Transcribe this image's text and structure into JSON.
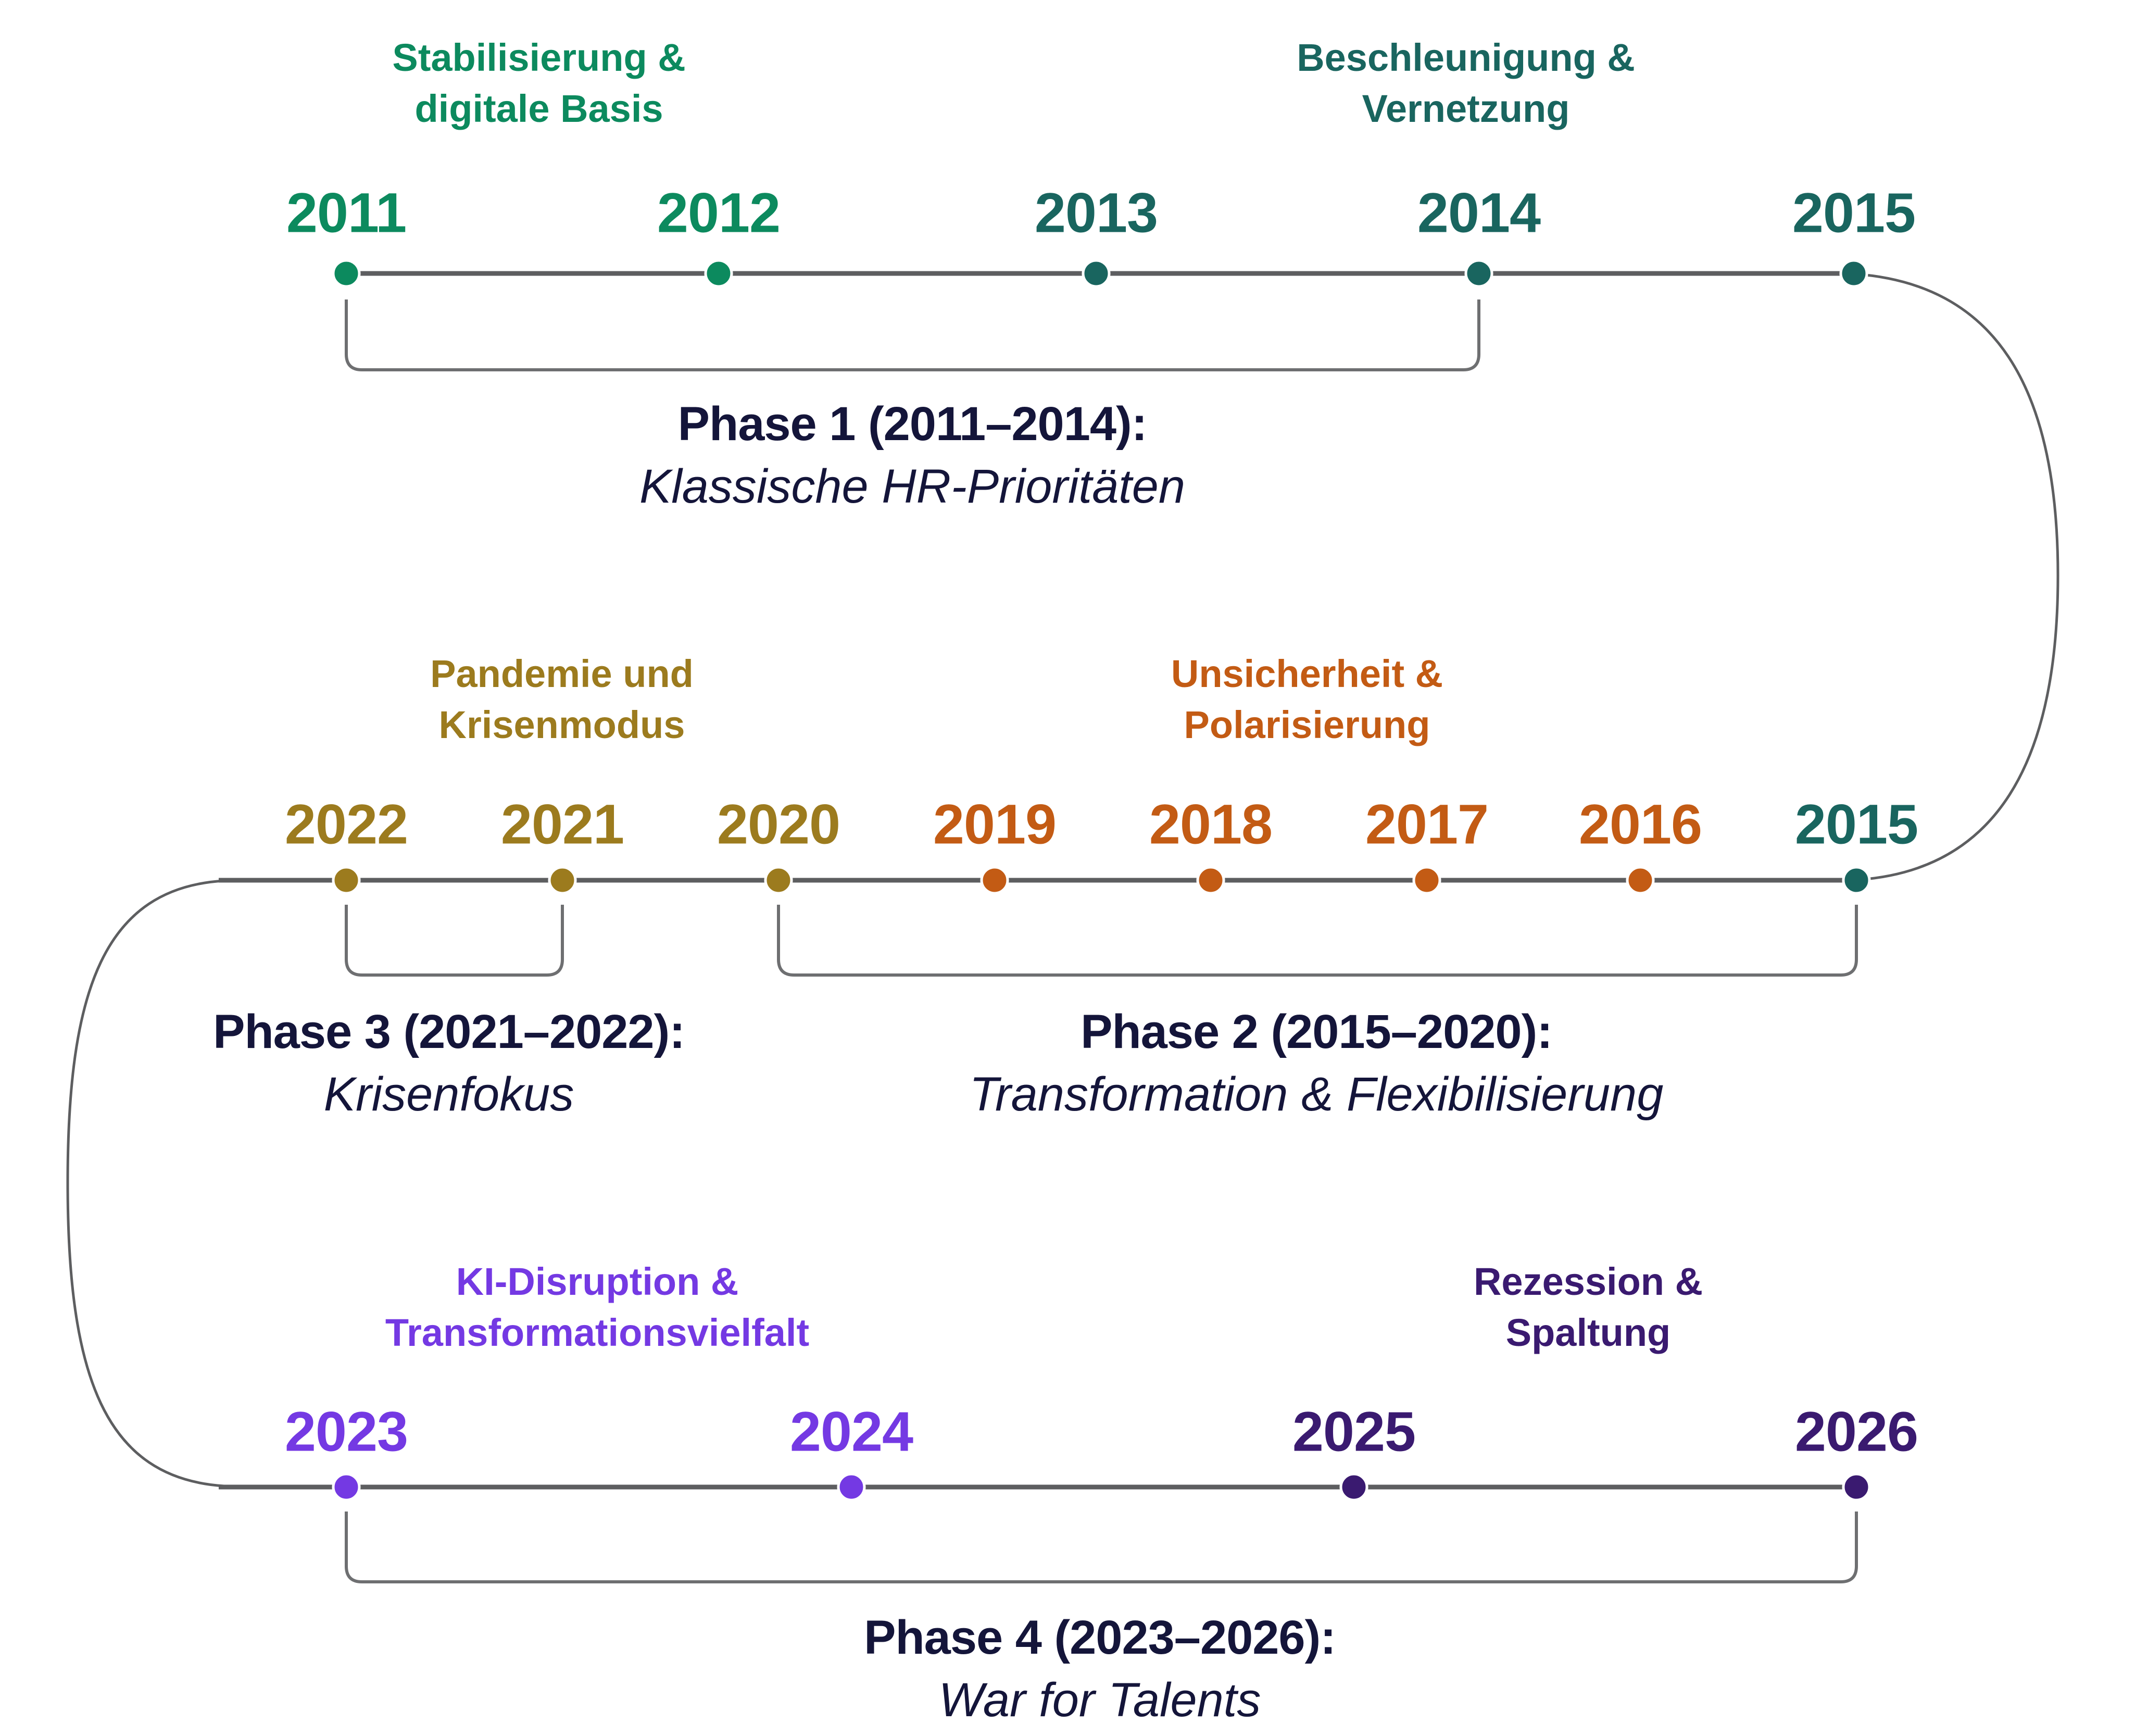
{
  "diagram_type": "serpentine-timeline",
  "colors": {
    "green": "#0C8A5E",
    "teal": "#19655F",
    "olive": "#9C7B1E",
    "orange": "#C35B14",
    "violet": "#7439E3",
    "dark_purple": "#3A1A70",
    "phase_text_navy": "#14153A",
    "timeline_gray": "#5D5E60",
    "bracket_gray": "#6E6F71"
  },
  "rows": [
    {
      "headings": [
        {
          "line1": "Stabilisierung &",
          "line2": "digitale Basis"
        },
        {
          "line1": "Beschleunigung &",
          "line2": "Vernetzung"
        }
      ],
      "years": [
        "2011",
        "2012",
        "2013",
        "2014",
        "2015"
      ],
      "phases": [
        {
          "title": "Phase 1 (2011–2014):",
          "subtitle": "Klassische HR-Prioritäten"
        }
      ]
    },
    {
      "headings": [
        {
          "line1": "Pandemie und",
          "line2": "Krisenmodus"
        },
        {
          "line1": "Unsicherheit &",
          "line2": "Polarisierung"
        }
      ],
      "years": [
        "2022",
        "2021",
        "2020",
        "2019",
        "2018",
        "2017",
        "2016",
        "2015"
      ],
      "phases": [
        {
          "title": "Phase 3 (2021–2022):",
          "subtitle": "Krisenfokus"
        },
        {
          "title": "Phase 2 (2015–2020):",
          "subtitle": "Transformation & Flexibilisierung"
        }
      ]
    },
    {
      "headings": [
        {
          "line1": "KI-Disruption &",
          "line2": "Transformationsvielfalt"
        },
        {
          "line1": "Rezession &",
          "line2": "Spaltung"
        }
      ],
      "years": [
        "2023",
        "2024",
        "2025",
        "2026"
      ],
      "phases": [
        {
          "title": "Phase 4 (2023–2026):",
          "subtitle": "War for Talents"
        }
      ]
    }
  ]
}
